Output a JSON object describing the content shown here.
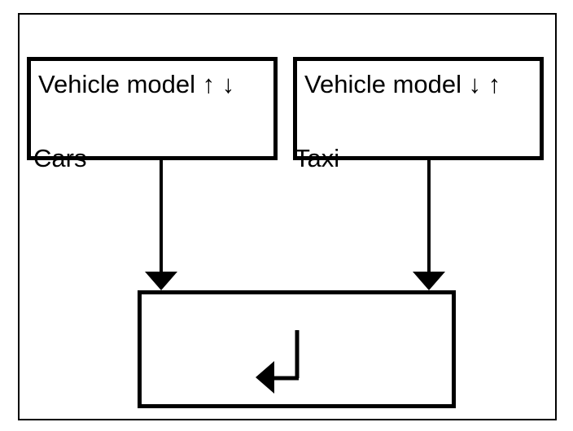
{
  "diagram": {
    "nodes": {
      "left": {
        "title": "Vehicle model ↑ ↓",
        "label": "Cars"
      },
      "right": {
        "title": "Vehicle model ↓ ↑",
        "label": "Taxi"
      },
      "bottom": {
        "title": ""
      }
    },
    "icons": {
      "left_title_arrows": "up-arrow down-arrow",
      "right_title_arrows": "down-arrow up-arrow",
      "connector_left": "down-arrow",
      "connector_right": "down-arrow",
      "merge_symbol": "carriage-return-arrow"
    },
    "colors": {
      "ink": "#000000",
      "background": "#ffffff"
    }
  }
}
